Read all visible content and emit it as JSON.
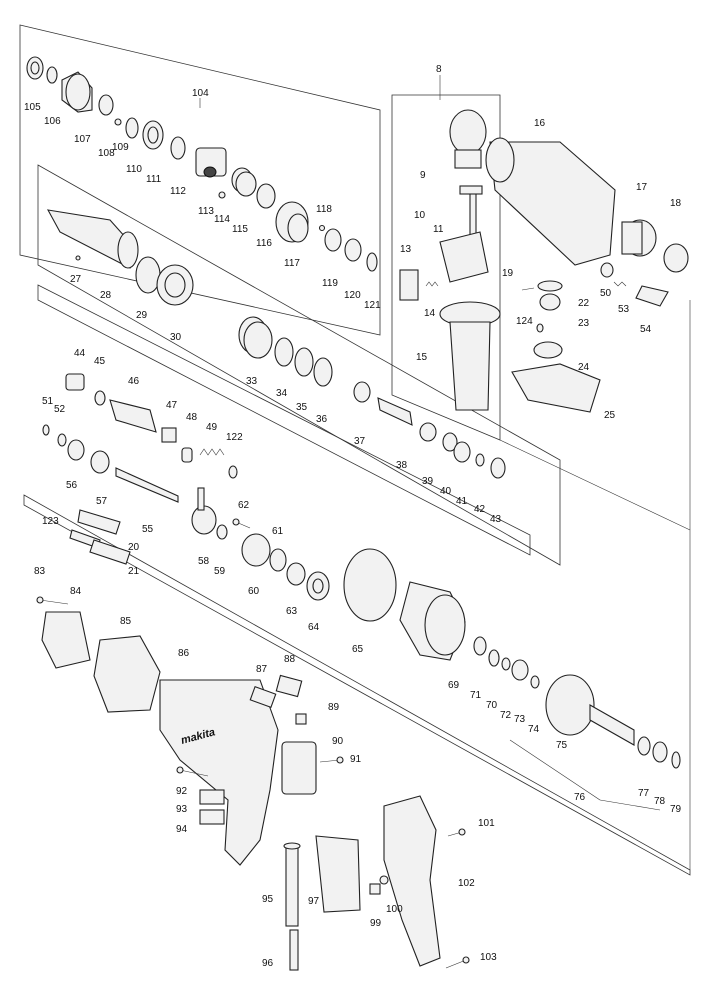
{
  "labels": {
    "p8": "8",
    "p9": "9",
    "p10": "10",
    "p11": "11",
    "p13": "13",
    "p14": "14",
    "p15": "15",
    "p16": "16",
    "p17": "17",
    "p18": "18",
    "p19": "19",
    "p22": "22",
    "p23": "23",
    "p124": "124",
    "p50": "50",
    "p53": "53",
    "p54": "54",
    "p24": "24",
    "p25": "25",
    "p104": "104",
    "p105": "105",
    "p106": "106",
    "p107": "107",
    "p108": "108",
    "p109": "109",
    "p110": "110",
    "p111": "111",
    "p112": "112",
    "p113": "113",
    "p114": "114",
    "p115": "115",
    "p116": "116",
    "p117": "117",
    "p118": "118",
    "p119": "119",
    "p120": "120",
    "p121": "121",
    "p27": "27",
    "p28": "28",
    "p29": "29",
    "p30": "30",
    "p33": "33",
    "p34": "34",
    "p35": "35",
    "p36": "36",
    "p37": "37",
    "p38": "38",
    "p39": "39",
    "p40": "40",
    "p41": "41",
    "p42": "42",
    "p43": "43",
    "p44": "44",
    "p45": "45",
    "p46": "46",
    "p47": "47",
    "p48": "48",
    "p49": "49",
    "p122": "122",
    "p51": "51",
    "p52": "52",
    "p56": "56",
    "p57": "57",
    "p55": "55",
    "p58": "58",
    "p59": "59",
    "p62": "62",
    "p61": "61",
    "p60": "60",
    "p63": "63",
    "p64": "64",
    "p123": "123",
    "p20": "20",
    "p21": "21",
    "p65": "65",
    "p69": "69",
    "p71": "71",
    "p70": "70",
    "p72": "72",
    "p73": "73",
    "p74": "74",
    "p75": "75",
    "p76": "76",
    "p77": "77",
    "p78": "78",
    "p79": "79",
    "p83": "83",
    "p84": "84",
    "p85": "85",
    "p86": "86",
    "p87": "87",
    "p88": "88",
    "p89": "89",
    "p90": "90",
    "p91": "91",
    "p92": "92",
    "p93": "93",
    "p94": "94",
    "p95": "95",
    "p96": "96",
    "p97": "97",
    "p99": "99",
    "p100": "100",
    "p101": "101",
    "p102": "102",
    "p103": "103"
  },
  "brand": {
    "housing_logo": "makita"
  }
}
